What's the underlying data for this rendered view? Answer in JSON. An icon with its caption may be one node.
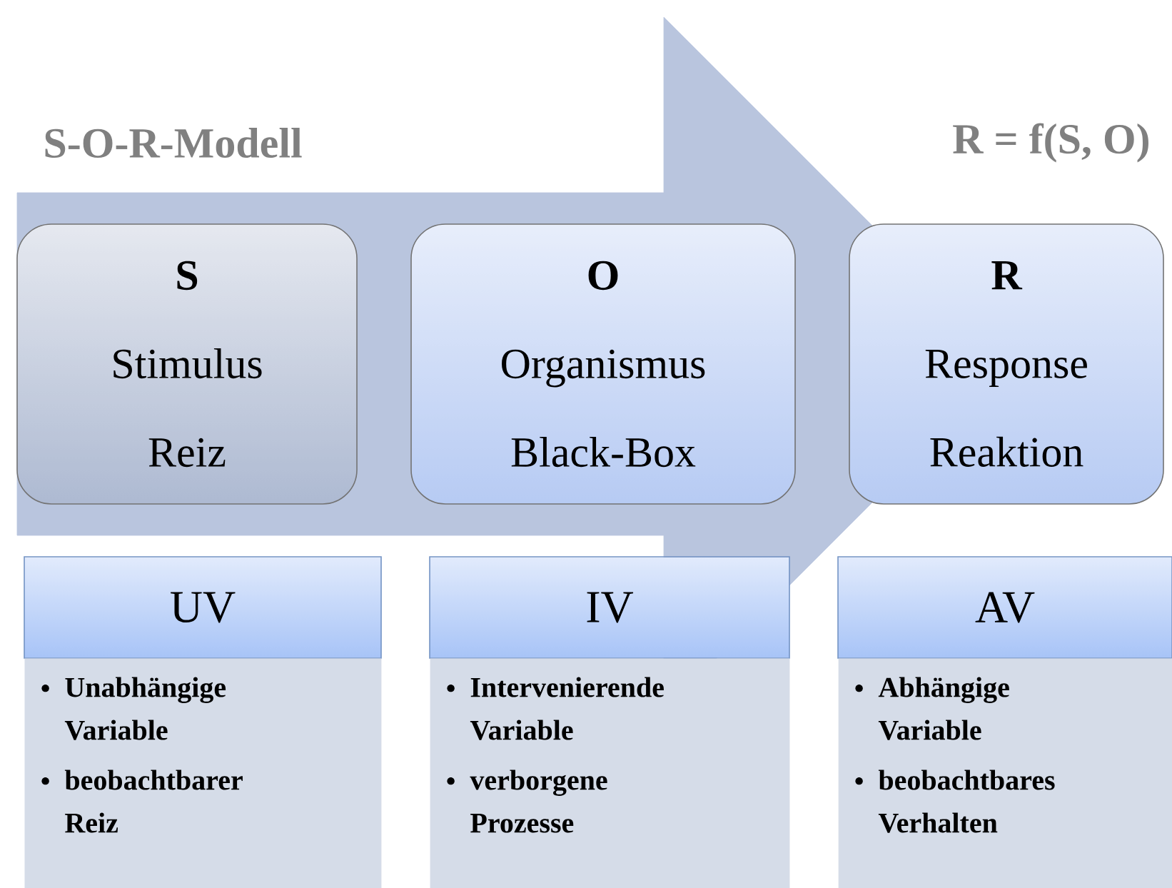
{
  "diagram": {
    "title": "S-O-R-Modell",
    "nodes": [
      {
        "text": [
          "S",
          "Stimulus",
          "Reiz"
        ]
      },
      {
        "text": [
          "O",
          "Organismus",
          "Black-Box"
        ]
      },
      {
        "text": [
          "R",
          "Response",
          "Reaktion"
        ]
      },
      {
        "text": [
          "UV"
        ]
      },
      {
        "text": [
          "IV"
        ]
      },
      {
        "text": [
          "AV"
        ]
      },
      {
        "text": [
          "Unabhängige Variable",
          "beobachtbarer Reiz"
        ]
      },
      {
        "text": [
          "Intervenierende Variable",
          "verborgene Prozesse"
        ]
      },
      {
        "text": [
          "Abhängige Variable",
          "beobachtbares Verhalten"
        ]
      }
    ],
    "edges": [
      {
        "from": 0,
        "to": 2,
        "arrow": "to"
      }
    ],
    "labels": [
      "R = f(S, O)"
    ]
  }
}
